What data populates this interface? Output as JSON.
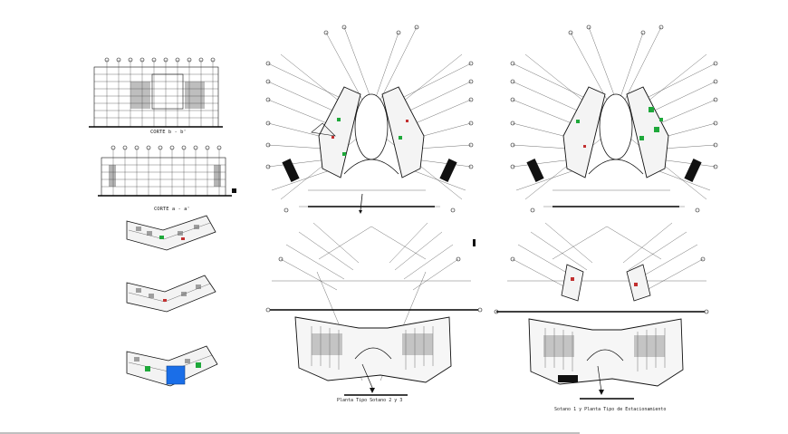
{
  "captions": {
    "section_b": "CORTE b - b'",
    "section_a": "CORTE a - a'",
    "basement_2_3": "Planta Tipo Sotano 2 y 3",
    "basement_1": "Sotano 1 y Planta Tipo de Estacionamiento"
  },
  "colors": {
    "line": "#111111",
    "background": "#ffffff",
    "accent_blue": "#1a6ee8",
    "accent_green": "#1ea83a",
    "accent_red": "#c23030"
  },
  "icons": {
    "grid_bubble": "circle-marker",
    "north_arrow": "arrow-marker"
  }
}
